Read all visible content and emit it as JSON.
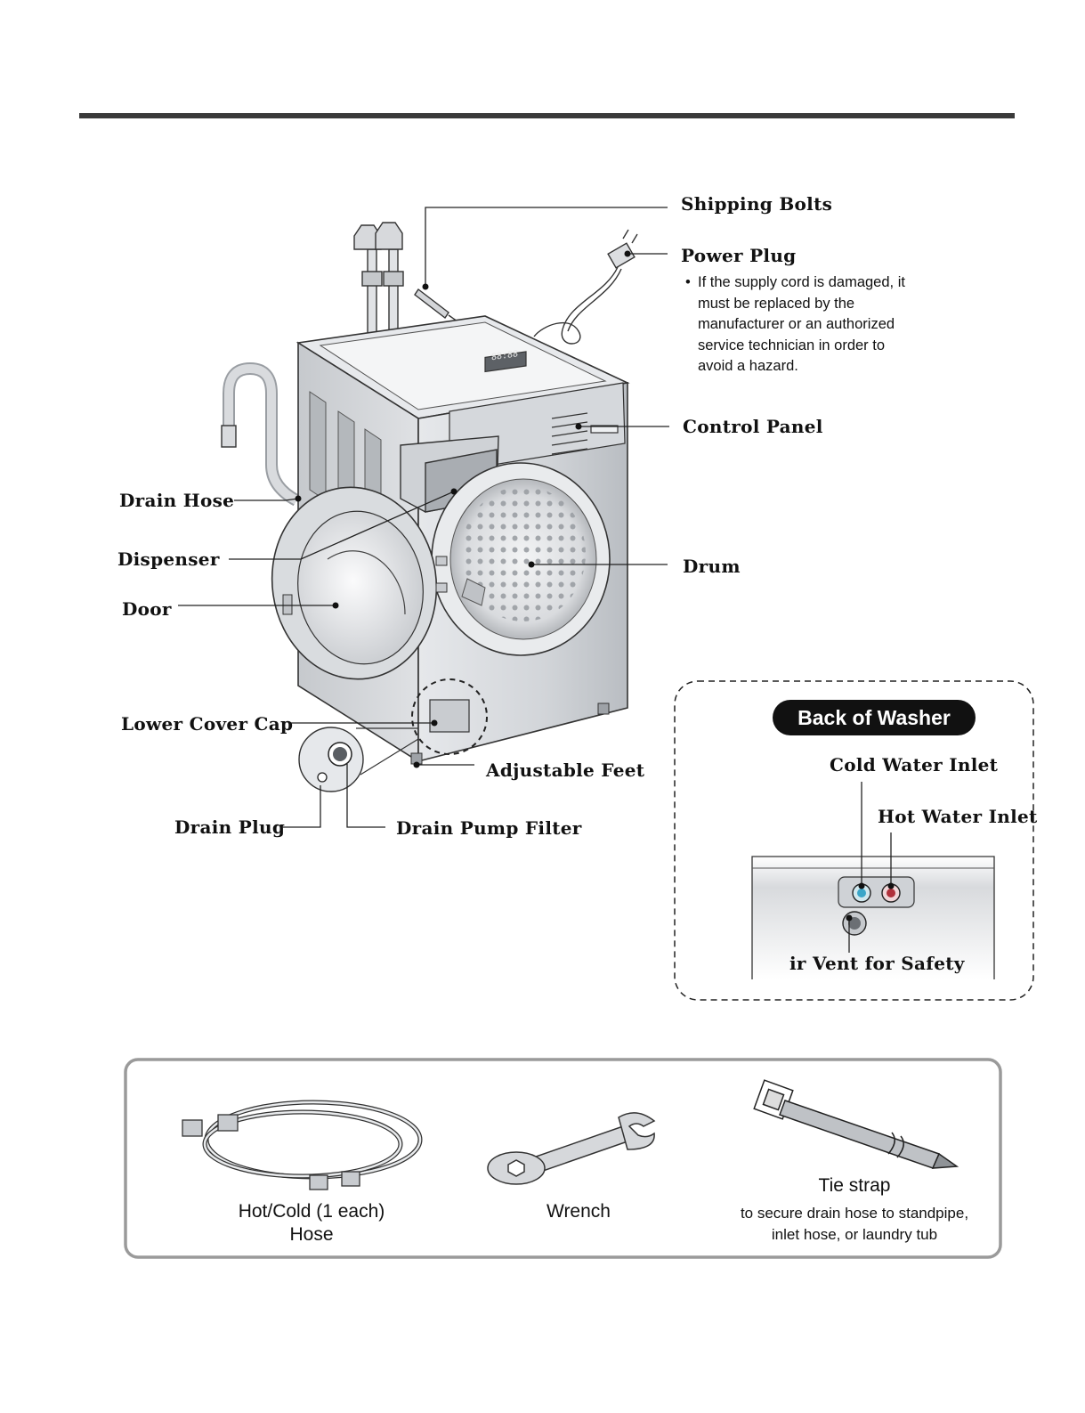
{
  "labels": {
    "shipping_bolts": "Shipping Bolts",
    "power_plug": "Power Plug",
    "power_plug_note": "If the supply cord is damaged, it must be replaced by the manufacturer or an authorized service technician in order to avoid a hazard.",
    "control_panel": "Control Panel",
    "drain_hose": "Drain Hose",
    "dispenser": "Dispenser",
    "door": "Door",
    "drum": "Drum",
    "lower_cover_cap": "Lower Cover Cap",
    "adjustable_feet": "Adjustable Feet",
    "drain_plug": "Drain Plug",
    "drain_pump_filter": "Drain Pump Filter"
  },
  "back_of_washer": {
    "title": "Back of Washer",
    "cold_water_inlet": "Cold Water Inlet",
    "hot_water_inlet": "Hot Water Inlet",
    "air_vent": "ir Vent for Safety"
  },
  "accessories": {
    "hose_label": "Hot/Cold (1 each)",
    "hose_label_2": "Hose",
    "wrench_label": "Wrench",
    "tie_strap_label": "Tie strap",
    "tie_strap_desc_1": "to secure drain hose to standpipe,",
    "tie_strap_desc_2": "inlet hose, or laundry tub"
  },
  "control_panel_display": "88:88",
  "colors": {
    "rule": "#3a3a3a",
    "cold_inlet": "#3aa6c8",
    "hot_inlet": "#b0303a",
    "body_gray": "#cfd2d6"
  }
}
